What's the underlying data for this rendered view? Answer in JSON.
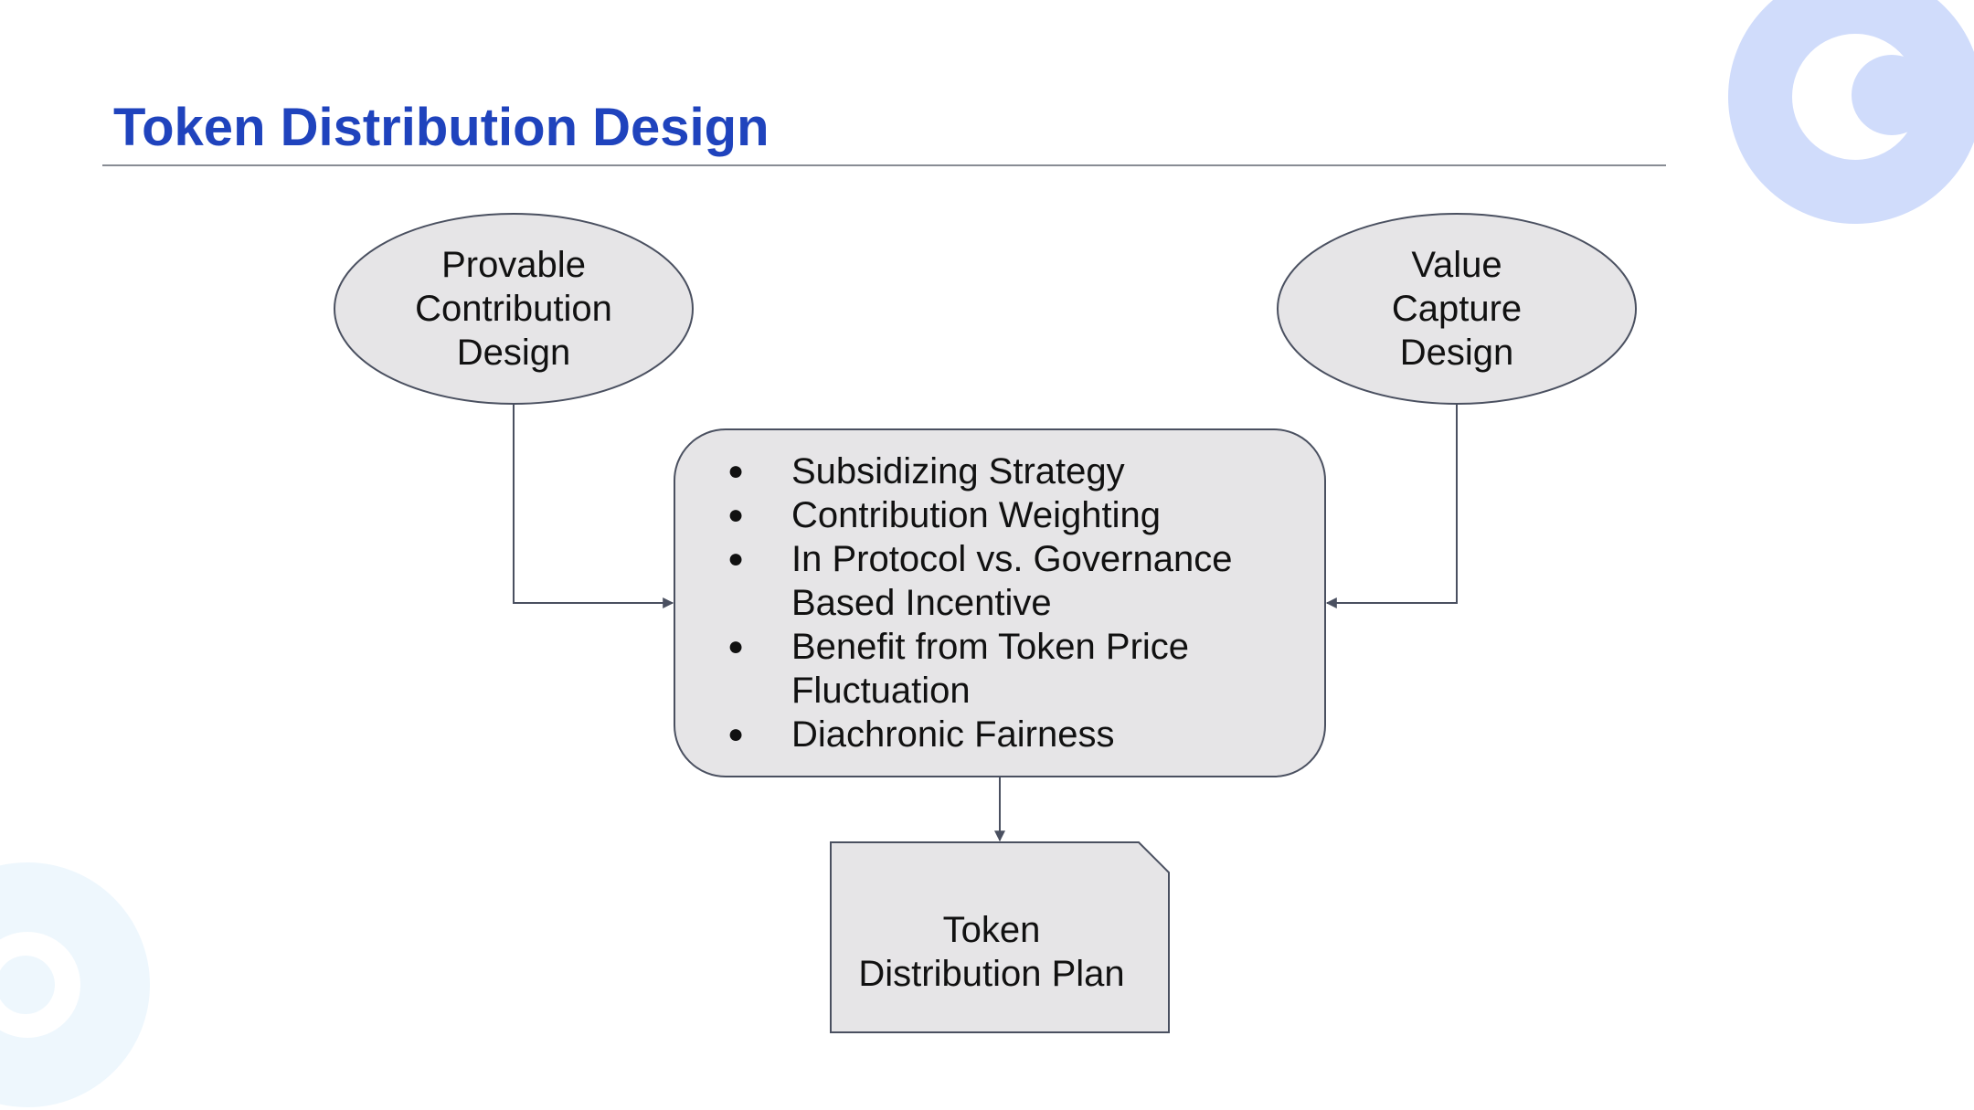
{
  "title": "Token Distribution Design",
  "nodes": {
    "left_ellipse": [
      "Provable",
      "Contribution",
      "Design"
    ],
    "right_ellipse": [
      "Value",
      "Capture",
      "Design"
    ],
    "center_box": {
      "items": [
        {
          "lines": [
            "Subsidizing Strategy"
          ]
        },
        {
          "lines": [
            "Contribution Weighting"
          ]
        },
        {
          "lines": [
            "In Protocol vs. Governance",
            "Based Incentive"
          ]
        },
        {
          "lines": [
            "Benefit from Token Price",
            "Fluctuation"
          ]
        },
        {
          "lines": [
            "Diachronic Fairness"
          ]
        }
      ]
    },
    "output_document": [
      "Token",
      "Distribution Plan"
    ]
  },
  "colors": {
    "title": "#1f43bd",
    "node_fill": "#e6e5e7",
    "node_stroke": "#4a5060",
    "connector": "#4a5060",
    "deco_top_right": "#d0dcfb",
    "deco_bottom_left": "#eef7fd"
  }
}
